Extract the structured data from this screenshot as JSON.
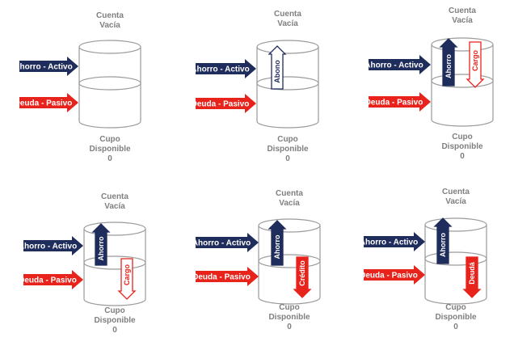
{
  "colors": {
    "asset": "#1f2d5c",
    "debt": "#e8231c",
    "outline": "#9a9a9a",
    "label": "#7f7f7f"
  },
  "panels": [
    {
      "top_line1": "Cuenta",
      "top_line2": "Vacía",
      "asset_label": "Ahorro - Activo",
      "debt_label": "Deuda - Pasivo",
      "bottom_line1": "Cupo",
      "bottom_line2": "Disponible",
      "bottom_line3": "0"
    },
    {
      "top_line1": "Cuenta",
      "top_line2": "Vacía",
      "asset_label": "Ahorro - Activo",
      "debt_label": "Deuda - Pasivo",
      "bottom_line1": "Cupo",
      "bottom_line2": "Disponible",
      "bottom_line3": "0",
      "up_arrow": "Abono"
    },
    {
      "top_line1": "Cuenta",
      "top_line2": "Vacía",
      "asset_label": "Ahorro - Activo",
      "debt_label": "Deuda - Pasivo",
      "bottom_line1": "Cupo",
      "bottom_line2": "Disponible",
      "bottom_line3": "0",
      "up_arrow": "Ahorro",
      "down_arrow": "Cargo"
    },
    {
      "top_line1": "Cuenta",
      "top_line2": "Vacía",
      "asset_label": "Ahorro - Activo",
      "debt_label": "Deuda - Pasivo",
      "bottom_line1": "Cupo",
      "bottom_line2": "Disponible",
      "bottom_line3": "0",
      "up_arrow": "Ahorro",
      "down_arrow": "Cargo"
    },
    {
      "top_line1": "Cuenta",
      "top_line2": "Vacía",
      "asset_label": "Ahorro - Activo",
      "debt_label": "Deuda - Pasivo",
      "bottom_line1": "Cupo",
      "bottom_line2": "Disponible",
      "bottom_line3": "0",
      "up_arrow": "Ahorro",
      "down_arrow": "Crédito"
    },
    {
      "top_line1": "Cuenta",
      "top_line2": "Vacía",
      "asset_label": "Ahorro - Activo",
      "debt_label": "Deuda - Pasivo",
      "bottom_line1": "Cupo",
      "bottom_line2": "Disponible",
      "bottom_line3": "0",
      "up_arrow": "Ahorro",
      "down_arrow": "Deudá"
    }
  ]
}
